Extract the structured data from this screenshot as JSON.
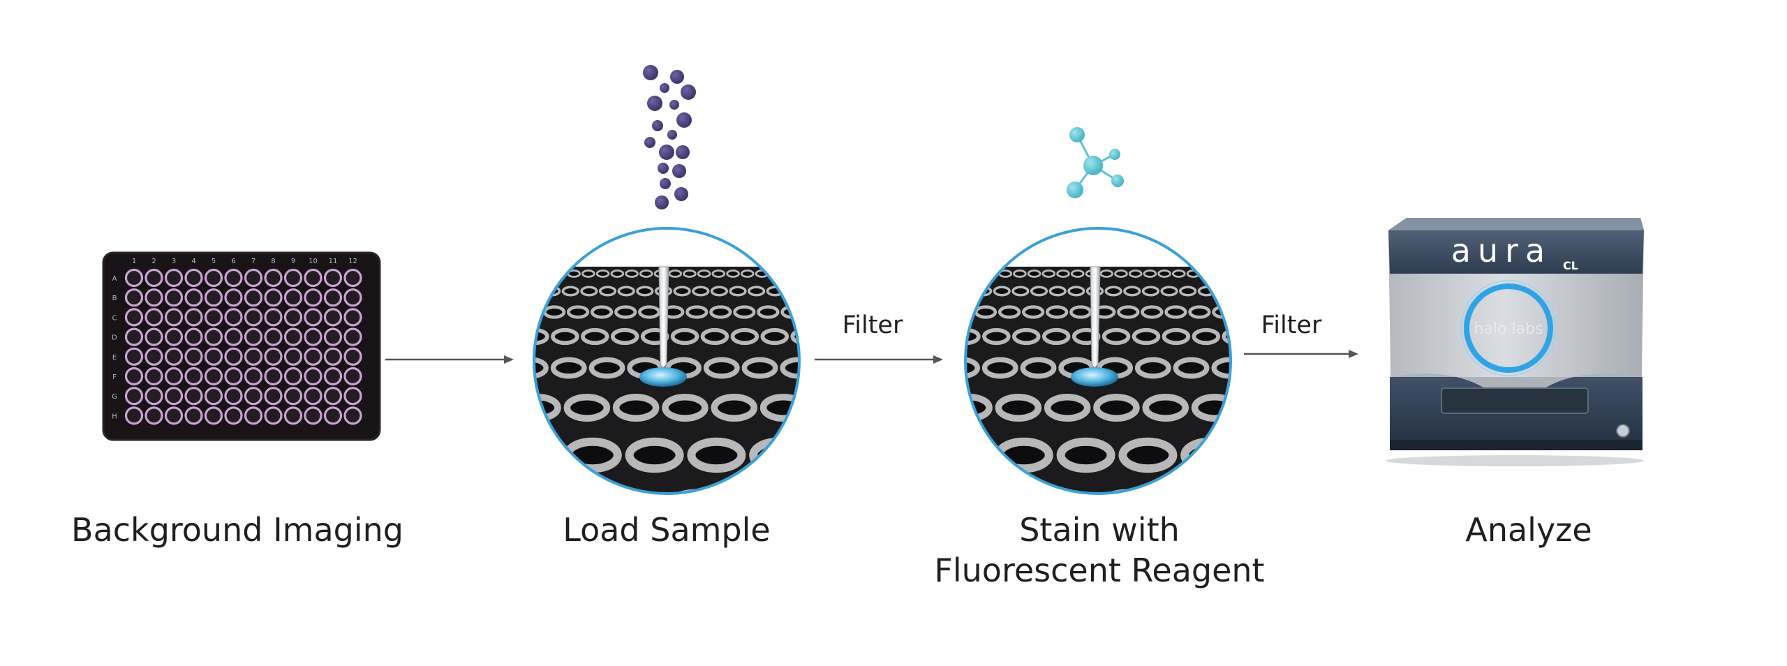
{
  "steps": [
    {
      "label": "Background Imaging"
    },
    {
      "label": "Load Sample"
    },
    {
      "label_line1": "Stain with",
      "label_line2": "Fluorescent Reagent"
    },
    {
      "label": "Analyze"
    }
  ],
  "arrows": [
    {
      "label": ""
    },
    {
      "label": "Filter"
    },
    {
      "label": "Filter"
    }
  ],
  "plate": {
    "columns": [
      "1",
      "2",
      "3",
      "4",
      "5",
      "6",
      "7",
      "8",
      "9",
      "10",
      "11",
      "12"
    ],
    "rows": [
      "A",
      "B",
      "C",
      "D",
      "E",
      "F",
      "G",
      "H"
    ]
  },
  "instrument": {
    "brand": "aura",
    "brand_suffix": "CL",
    "logo_text": "halo labs"
  },
  "colors": {
    "sample_particles": "#4b3f7c",
    "reagent_molecule": "#5cc4d4",
    "circle_border": "#3aa0d8",
    "arrow": "#555555",
    "plate_body": "#171316",
    "plate_wells": "#c8a4d0",
    "instrument_body": "#c4c7cc",
    "instrument_dark": "#3a4a5e",
    "instrument_ring": "#2ea4e6"
  },
  "icons": [
    "well-plate-icon",
    "sample-particles-icon",
    "pipette-well-icon",
    "reagent-molecule-icon",
    "aura-instrument-icon"
  ]
}
